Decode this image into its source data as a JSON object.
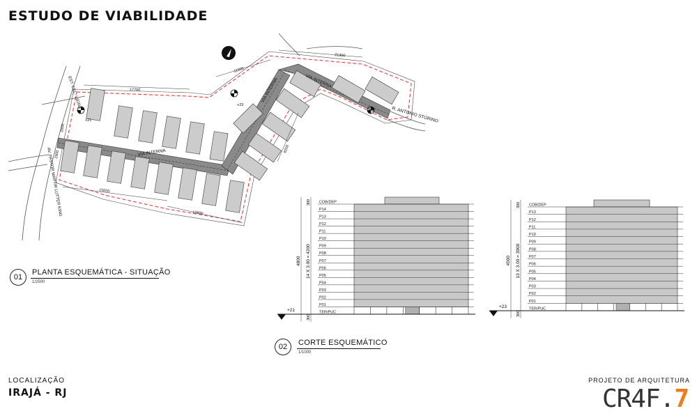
{
  "header": {
    "title": "ESTUDO DE VIABILIDADE"
  },
  "site_plan": {
    "number": "01",
    "title": "PLANTA ESQUEMÁTICA - SITUAÇÃO",
    "scale": "1/2500",
    "street_labels": [
      "EST. CEL. VIEIRA",
      "AV. PASTOR MARTIR LUTTER KING",
      "R. ANTONIO STORINO"
    ],
    "road_labels": [
      "VIA INTERNA",
      "VIA INTERNA",
      "VIA INTERNA"
    ],
    "dimensions": [
      "21300",
      "11900",
      "17700",
      "12600",
      "15000",
      "2900",
      "8200",
      "2000"
    ],
    "level_marks": [
      "+21",
      "+23"
    ]
  },
  "section": {
    "number": "02",
    "title": "CORTE ESQUEMÁTICO",
    "scale": "1/1000",
    "left": {
      "floors": [
        "COB/DEP",
        "P14",
        "P13",
        "P12",
        "P11",
        "P10",
        "P09",
        "P08",
        "P07",
        "P06",
        "P05",
        "P04",
        "P03",
        "P02",
        "P01",
        "TER/PUC"
      ],
      "total_dim": "4800",
      "formula": "14 X 3.00 = 4200",
      "top_dim": "300",
      "bottom_dim": "300",
      "level": "+21"
    },
    "right": {
      "floors": [
        "COB/DEP",
        "P13",
        "P12",
        "P11",
        "P10",
        "P09",
        "P08",
        "P07",
        "P06",
        "P05",
        "P04",
        "P03",
        "P02",
        "P01",
        "TER/PUC"
      ],
      "total_dim": "4500",
      "formula": "13 X 3.00 = 3900",
      "top_dim": "300",
      "bottom_dim": "300",
      "level": "+23"
    }
  },
  "footer": {
    "location_label": "LOCALIZAÇÃO",
    "location_value": "IRAJÁ - RJ",
    "project_label": "PROJETO DE ARQUITETURA",
    "logo_main": "CR4F.",
    "logo_accent": "7"
  },
  "colors": {
    "road": "#888888",
    "building": "#c8c8c8",
    "setback": "#e04040",
    "logo_accent": "#ef7d1a"
  }
}
